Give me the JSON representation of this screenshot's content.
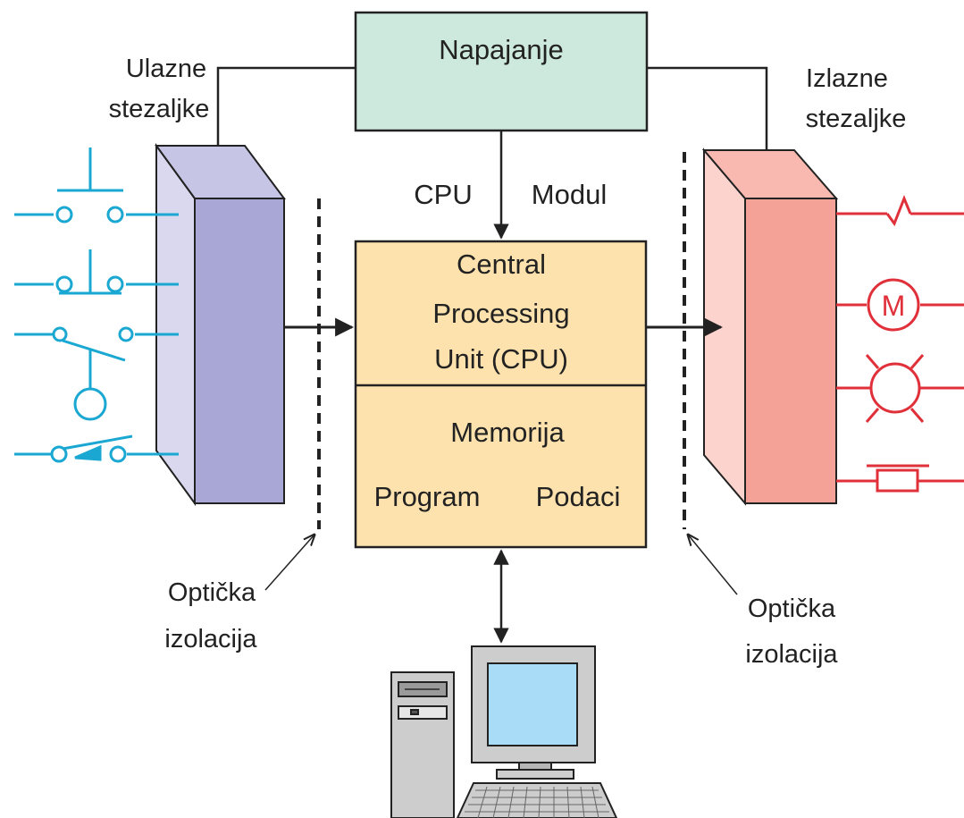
{
  "power_supply": {
    "label": "Napajanje"
  },
  "cpu_module": {
    "label_left": "CPU",
    "label_right": "Modul"
  },
  "cpu": {
    "lines": [
      "Central",
      "Processing",
      "Unit (CPU)"
    ]
  },
  "memory": {
    "title": "Memorija",
    "program": "Program",
    "data": "Podaci"
  },
  "input_terminals": {
    "lines": [
      "Ulazne",
      "stezaljke"
    ]
  },
  "output_terminals": {
    "lines": [
      "Izlazne",
      "stezaljke"
    ]
  },
  "optical_isolation_left": {
    "lines": [
      "Optička",
      "izolacija"
    ]
  },
  "optical_isolation_right": {
    "lines": [
      "Optička",
      "izolacija"
    ]
  },
  "input_devices": [
    "push-button-no",
    "push-button-nc",
    "float-switch",
    "limit-switch"
  ],
  "output_devices": [
    "heater-coil",
    "motor",
    "lamp",
    "horn"
  ],
  "motor_symbol": "M",
  "colors": {
    "power_supply_fill": "#cde8dd",
    "cpu_fill": "#fde2ae",
    "input_module_front": "#a9a7d6",
    "input_module_side": "#dad8ef",
    "output_module_front": "#f4a198",
    "output_module_side": "#fcd4cd",
    "input_device_color": "#1aa8d2",
    "output_device_color": "#e0303a",
    "computer_body": "#cdcdcd",
    "computer_screen": "#a9dcf6"
  }
}
